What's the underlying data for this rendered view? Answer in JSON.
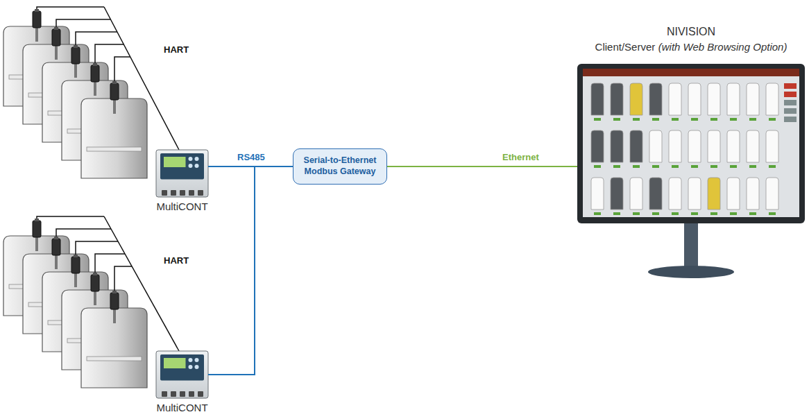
{
  "diagram": {
    "nodes": [
      {
        "text": [
          "MultiCONT"
        ]
      },
      {
        "text": [
          "MultiCONT"
        ]
      },
      {
        "text": [
          "Serial-to-Ethernet Modbus Gateway"
        ]
      },
      {
        "text": [
          "NIVISION",
          "Client/Server",
          "(with Web Browsing Option)"
        ]
      }
    ],
    "edges": [
      {
        "from": 0,
        "to": 2,
        "arrow": "none",
        "label": "RS485"
      },
      {
        "from": 1,
        "to": 2,
        "arrow": "none"
      },
      {
        "from": 2,
        "to": 3,
        "arrow": "none",
        "label": "Ethernet"
      }
    ],
    "labels": [
      "HART",
      "HART"
    ]
  }
}
